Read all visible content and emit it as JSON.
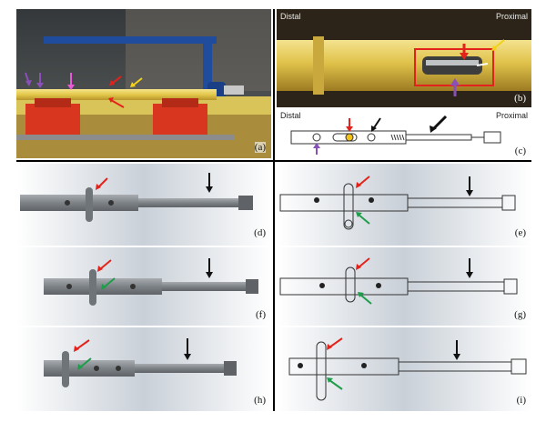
{
  "figure": {
    "panels": [
      {
        "id": "a",
        "label": "(a)"
      },
      {
        "id": "b",
        "label": "(b)",
        "distal": "Distal",
        "proximal": "Proximal"
      },
      {
        "id": "c",
        "label": "(c)",
        "distal": "Distal",
        "proximal": "Proximal"
      },
      {
        "id": "d",
        "label": "(d)"
      },
      {
        "id": "e",
        "label": "(e)"
      },
      {
        "id": "f",
        "label": "(f)"
      },
      {
        "id": "g",
        "label": "(g)"
      },
      {
        "id": "h",
        "label": "(h)"
      },
      {
        "id": "i",
        "label": "(i)"
      }
    ]
  },
  "colors": {
    "red_arrow": "#e3231b",
    "green_arrow": "#1e9e4a",
    "black_arrow": "#111111",
    "yellow_arrow": "#f2d11a",
    "purple_arrow": "#8a4fb8",
    "rod_yellow": "#e8d15a",
    "vise_red": "#d8361e",
    "frame_blue": "#1f4c9c",
    "sleeve_gray": "#8f9396"
  }
}
